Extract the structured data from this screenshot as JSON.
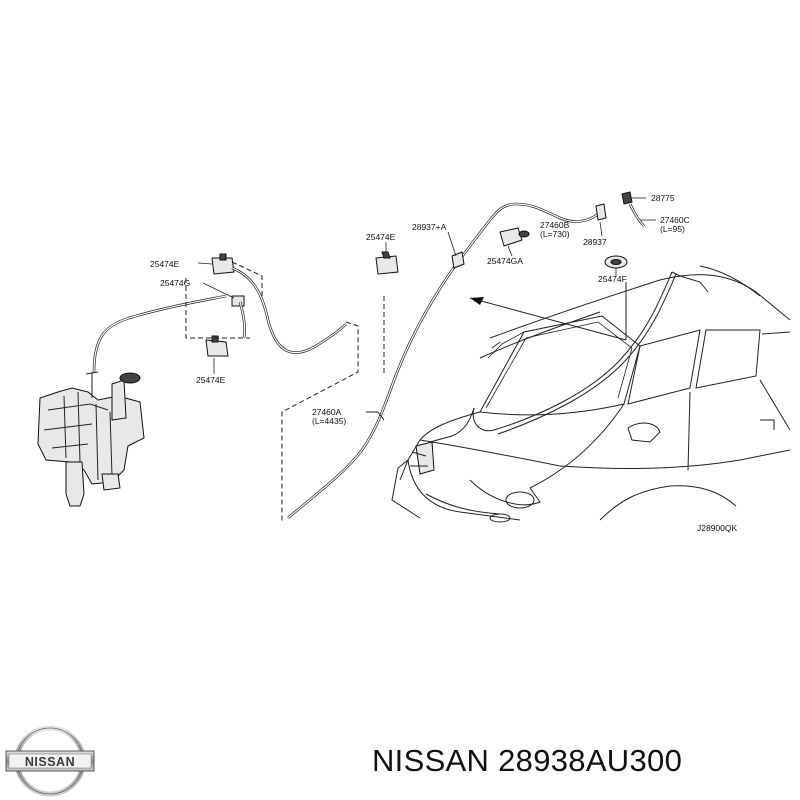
{
  "diagram": {
    "labels": {
      "p28775": "28775",
      "p27460C": "27460C",
      "p27460C_len": "(L=95)",
      "p28937A": "28937+A",
      "p27460B": "27460B",
      "p27460B_len": "(L=730)",
      "p28937": "28937",
      "p25474E_mid": "25474E",
      "p25474GA": "25474GA",
      "p25474F": "25474F",
      "p25474E_left": "25474E",
      "p25474G": "25474G",
      "p25474E_low": "25474E",
      "p27460A": "27460A",
      "p27460A_len": "(L=4435)",
      "code": "J28900QK"
    }
  },
  "logo": {
    "text": "NISSAN"
  },
  "product": {
    "title": "NISSAN 28938AU300"
  },
  "colors": {
    "ink": "#111111",
    "background": "#ffffff"
  }
}
